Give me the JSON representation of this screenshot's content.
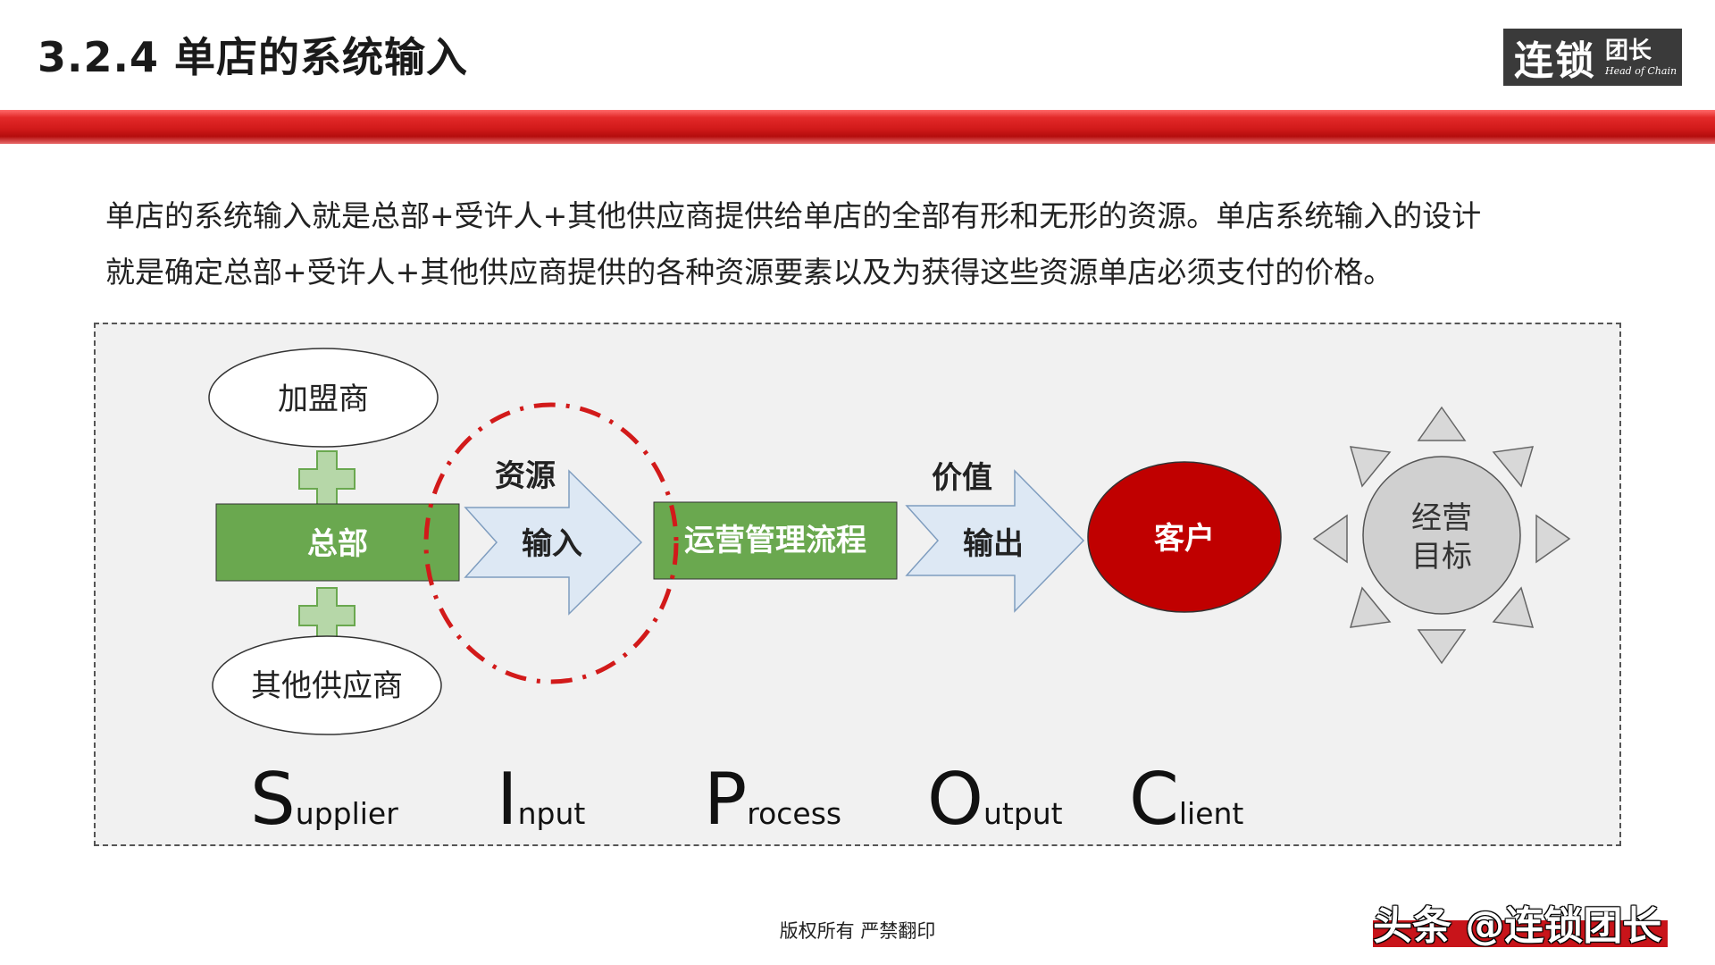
{
  "header": {
    "title": "3.2.4 单店的系统输入",
    "logo_main": "连锁",
    "logo_top": "团长",
    "logo_sub": "Head of Chain"
  },
  "intro": {
    "line1": "单店的系统输入就是总部+受许人+其他供应商提供给单店的全部有形和无形的资源。单店系统输入的设计",
    "line2": "就是确定总部+受许人+其他供应商提供的各种资源要素以及为获得这些资源单店必须支付的价格。"
  },
  "diagram": {
    "franchisee": "加盟商",
    "hq": "总部",
    "other_suppliers": "其他供应商",
    "resource_label": "资源",
    "input_label": "输入",
    "process_label": "运营管理流程",
    "value_label": "价值",
    "output_label": "输出",
    "client_label": "客户",
    "goal_line1": "经营",
    "goal_line2": "目标"
  },
  "sipoc": [
    {
      "cap": "S",
      "rest": "upplier"
    },
    {
      "cap": "I",
      "rest": "nput"
    },
    {
      "cap": "P",
      "rest": "rocess"
    },
    {
      "cap": "O",
      "rest": "utput"
    },
    {
      "cap": "C",
      "rest": "lient"
    }
  ],
  "footer": {
    "copyright": "版权所有  严禁翻印"
  },
  "watermark": {
    "text": "头条 @连锁团长"
  },
  "colors": {
    "accent_red": "#d21a1a",
    "green": "#6aa84f",
    "client_red": "#c00000",
    "arrow_fill": "#dde8f4"
  }
}
